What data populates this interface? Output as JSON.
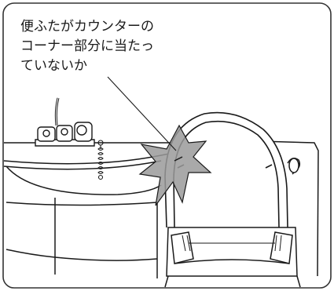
{
  "callout": {
    "lines": [
      "便ふたがカウンターの",
      "コーナー部分に当たっ",
      "ていないか"
    ]
  },
  "colors": {
    "line": "#1a1a1a",
    "contact_star": "#9a9a9a",
    "frame": "#333333",
    "background": "#ffffff"
  },
  "icons": [
    "contact-star-icon",
    "leader-line",
    "faucet-icon",
    "drain-chain-icon"
  ]
}
